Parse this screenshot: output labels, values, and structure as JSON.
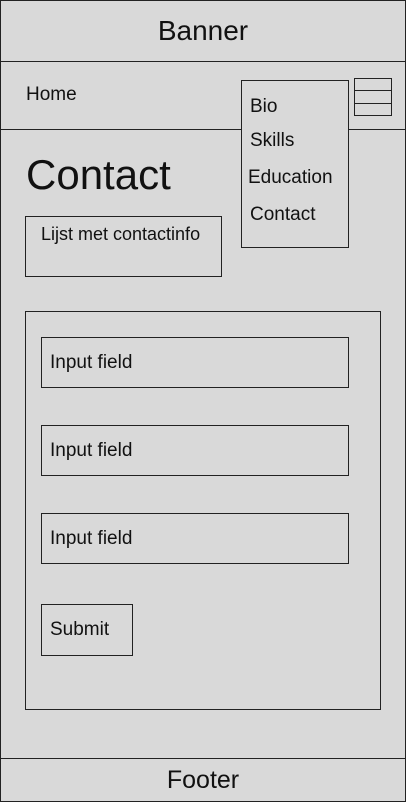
{
  "banner": {
    "label": "Banner"
  },
  "nav": {
    "home_label": "Home",
    "menu_icon": "hamburger-menu-icon"
  },
  "menu": {
    "items": [
      {
        "label": "Bio"
      },
      {
        "label": "Skills"
      },
      {
        "label": "Education"
      },
      {
        "label": "Contact"
      }
    ]
  },
  "main": {
    "title": "Contact",
    "contact_info": "Lijst met contactinfo"
  },
  "form": {
    "fields": [
      {
        "placeholder": "Input field"
      },
      {
        "placeholder": "Input field"
      },
      {
        "placeholder": "Input field"
      }
    ],
    "submit_label": "Submit"
  },
  "footer": {
    "label": "Footer"
  }
}
